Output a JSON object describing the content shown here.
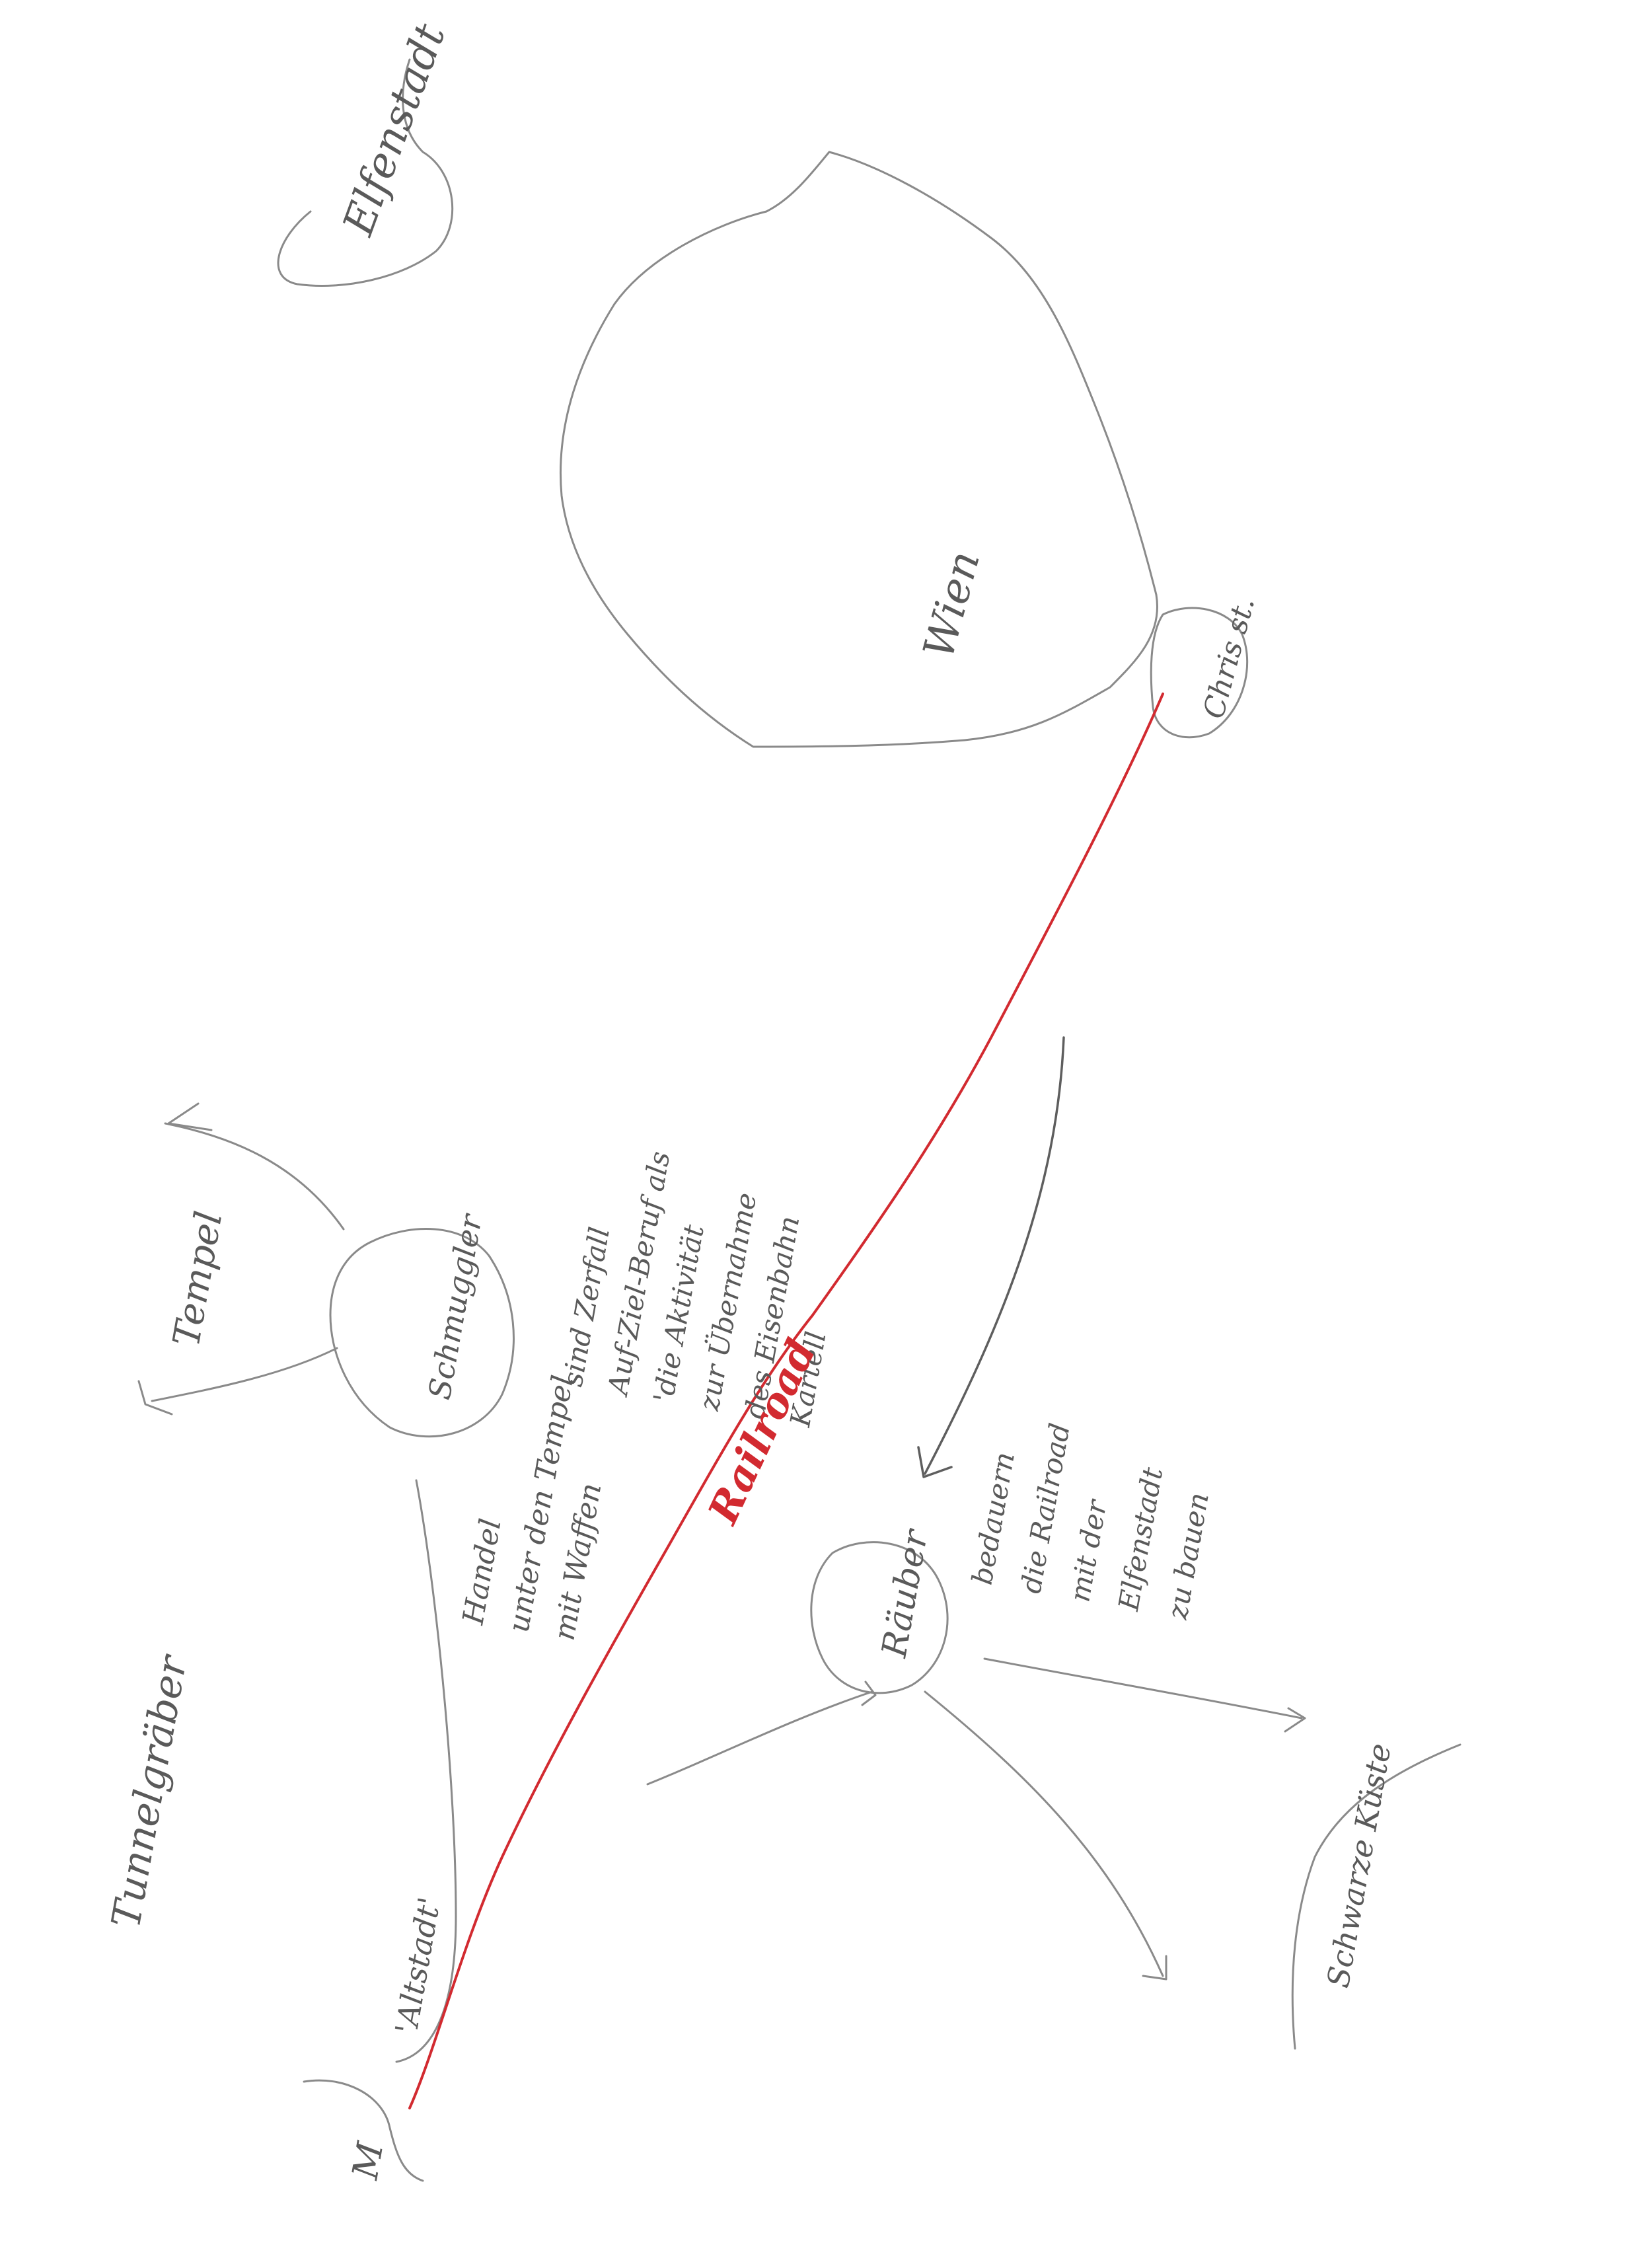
{
  "nodes": {
    "wien": "Wien",
    "elfenstadt": "Elfenstadt",
    "chris_stadt": "Chris st.",
    "schmuggler": "Schmuggler",
    "tempel": "Tempel",
    "raeuber": "Räuber",
    "tunnelgraeber": "Tunnelgräber",
    "altstadt": "'Altstadt'",
    "mitte": "M",
    "schwarze_kueste": "Schwarze Küste"
  },
  "annotations": {
    "handel": [
      "Handel",
      "unter den Tempel",
      "mit Waffen"
    ],
    "schmuggler_note": [
      "sind Zerfall",
      "Auf-Ziel-Beruf als",
      "'die Aktivität",
      "zur Übernahme",
      "des Eisenbahn",
      "Kartell"
    ],
    "raeuber_note": [
      "bedauern",
      "die Railroad",
      "mit der",
      "Elfenstadt",
      "zu bauen"
    ]
  },
  "railroad": {
    "label": "Railroad",
    "color": "#d22a30"
  },
  "colors": {
    "pencil": "#8a8a8a",
    "pencil_dark": "#5e5e5e",
    "railroad": "#d22a30"
  }
}
